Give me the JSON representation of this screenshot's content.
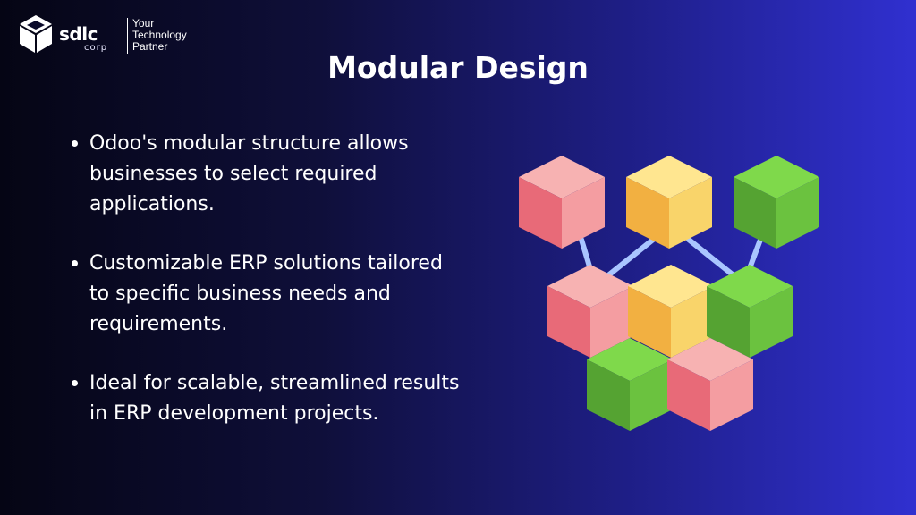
{
  "brand": {
    "name": "sdlc",
    "sub": "corp",
    "tagline_lines": [
      "Your",
      "Technology",
      "Partner"
    ]
  },
  "slide": {
    "title": "Modular Design",
    "bullets": [
      "Odoo's modular structure allows businesses to select required applications.",
      "Customizable ERP solutions tailored to specific business needs and requirements.",
      "Ideal for scalable, streamlined results in ERP development projects."
    ]
  },
  "illustration": {
    "name": "modular-cubes",
    "colors": {
      "pink_top": "#f7b2b2",
      "pink_left": "#e86a78",
      "pink_right": "#f49da1",
      "yellow_top": "#ffe690",
      "yellow_left": "#f2b041",
      "yellow_right": "#f9d46a",
      "green_top": "#7fd94b",
      "green_left": "#55a332",
      "green_right": "#6bc23f",
      "connector": "#a9c5ff"
    }
  }
}
